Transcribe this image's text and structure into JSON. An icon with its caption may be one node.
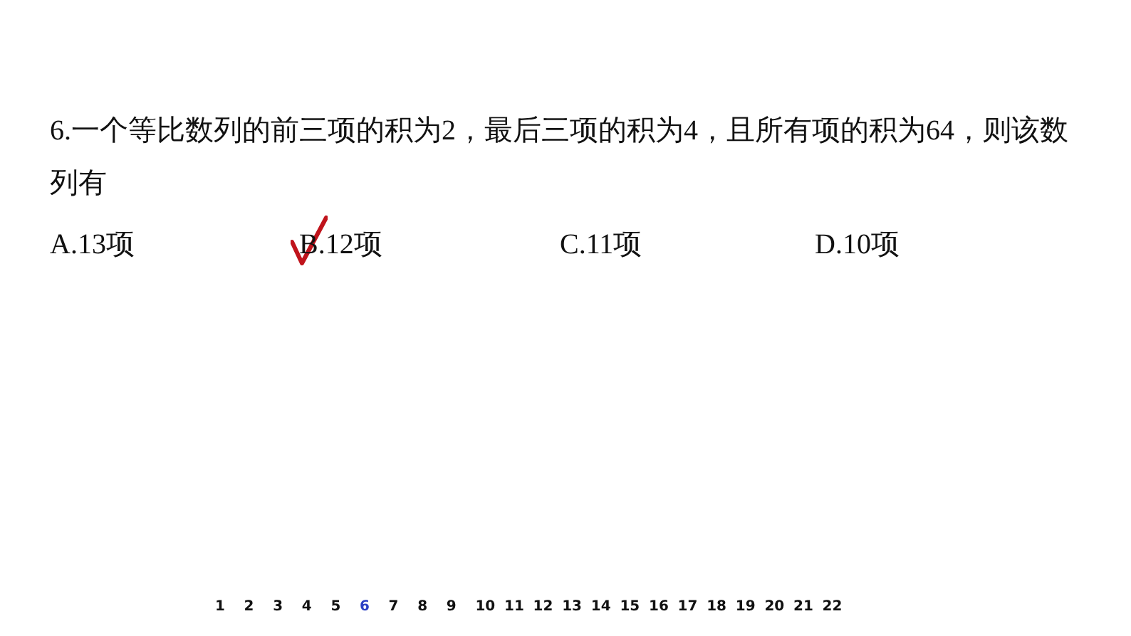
{
  "diagram": {
    "labels": [
      "6.一个等比数列的前三项的积为2，最后三项的积为4，且所有项的积为64，则该数列有",
      "A.13项",
      "B.12项",
      "C.11项",
      "D.10项",
      "1",
      "2",
      "3",
      "4",
      "5",
      "6",
      "7",
      "8",
      "9",
      "10",
      "11",
      "12",
      "13",
      "14",
      "15",
      "16",
      "17",
      "18",
      "19",
      "20",
      "21",
      "22"
    ]
  }
}
